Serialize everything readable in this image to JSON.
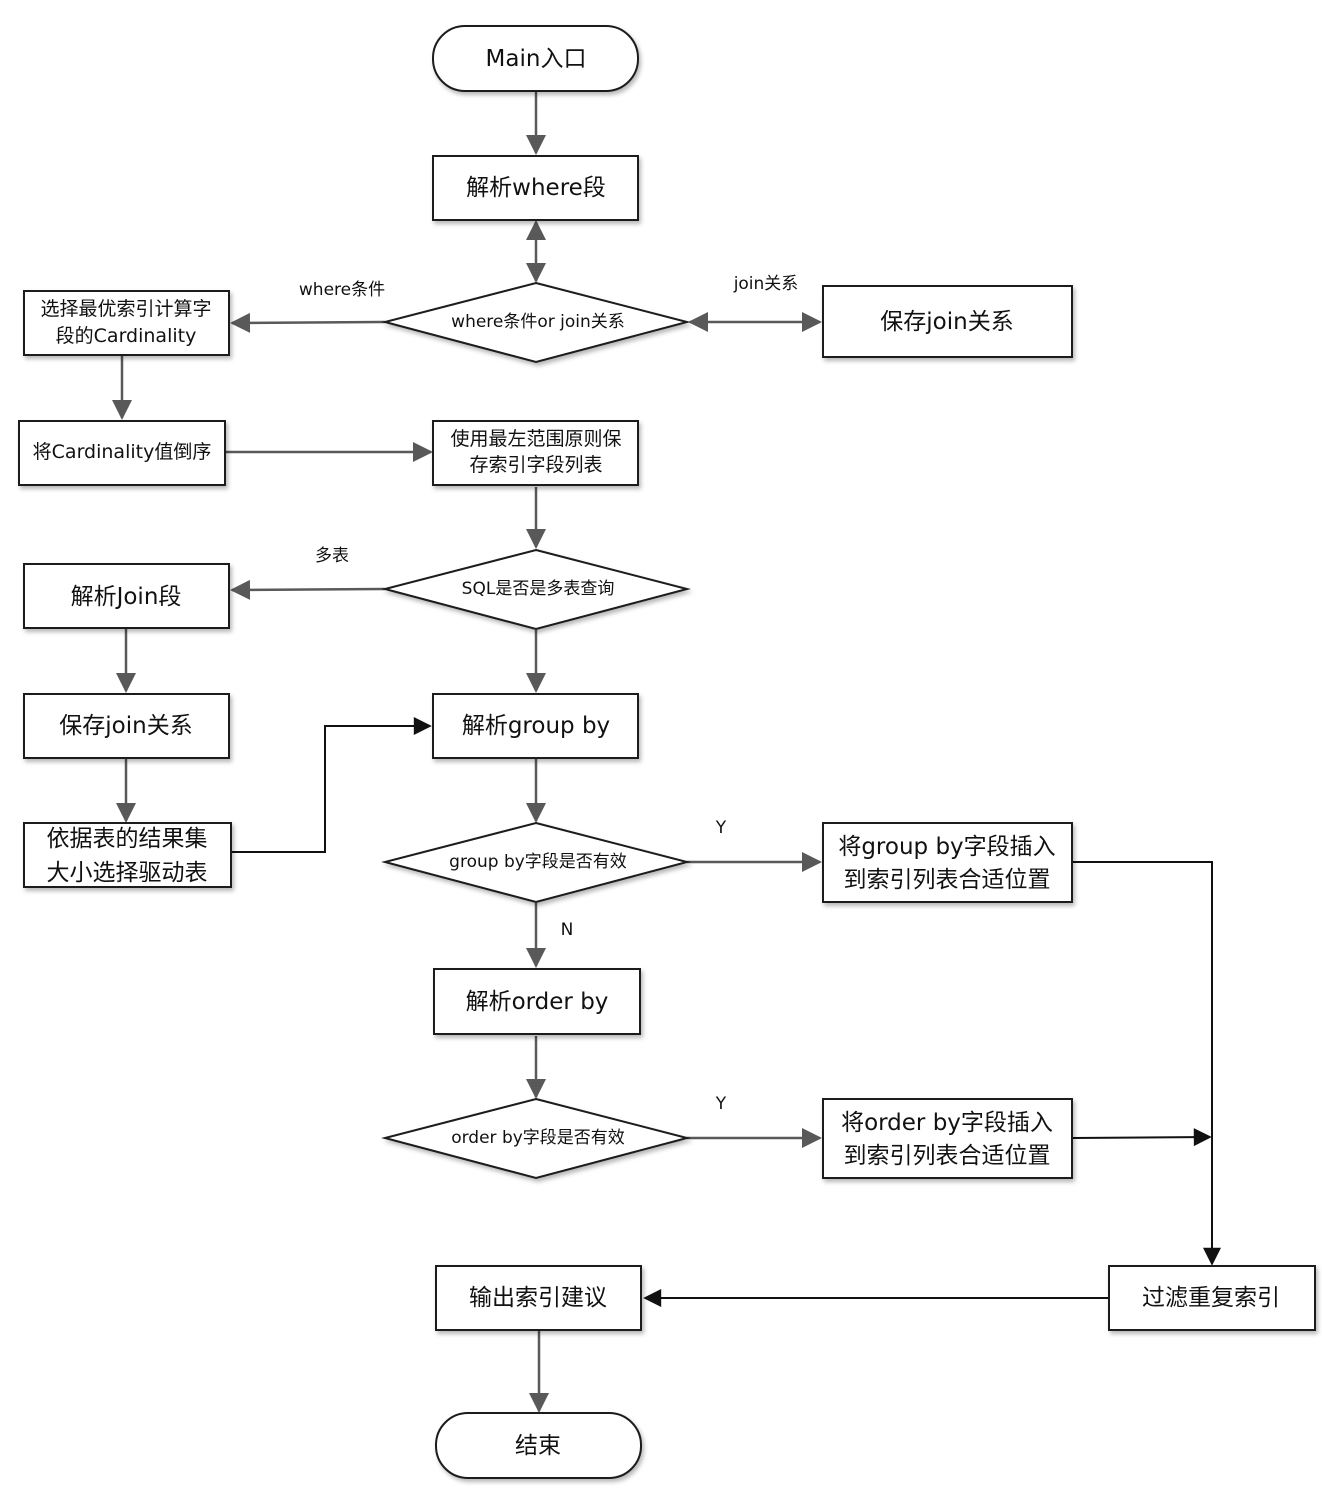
{
  "nodes": {
    "start": "Main入口",
    "parse_where": "解析where段",
    "where_or_join": "where条件or join关系",
    "save_join_right": "保存join关系",
    "select_index_1": "选择最优索引计算字",
    "select_index_2": "段的Cardinality",
    "sort_cardinality": "将Cardinality值倒序",
    "leftmost_1": "使用最左范围原则保",
    "leftmost_2": "存索引字段列表",
    "multi_table": "SQL是否是多表查询",
    "parse_join": "解析Join段",
    "save_join_left": "保存join关系",
    "driver_1": "依据表的结果集",
    "driver_2": "大小选择驱动表",
    "parse_group": "解析group by",
    "group_valid": "group by字段是否有效",
    "group_insert_1": "将group by字段插入",
    "group_insert_2": "到索引列表合适位置",
    "parse_order": "解析order by",
    "order_valid": "order by字段是否有效",
    "order_insert_1": "将order by字段插入",
    "order_insert_2": "到索引列表合适位置",
    "output": "输出索引建议",
    "filter": "过滤重复索引",
    "end": "结束"
  },
  "edge_labels": {
    "where_cond": "where条件",
    "join_rel": "join关系",
    "multi": "多表",
    "group_yes": "Y",
    "group_no": "N",
    "order_yes": "Y"
  },
  "colors": {
    "arrow_gray": "#595959",
    "arrow_black": "#111111",
    "node_border": "#1a1a1a"
  }
}
